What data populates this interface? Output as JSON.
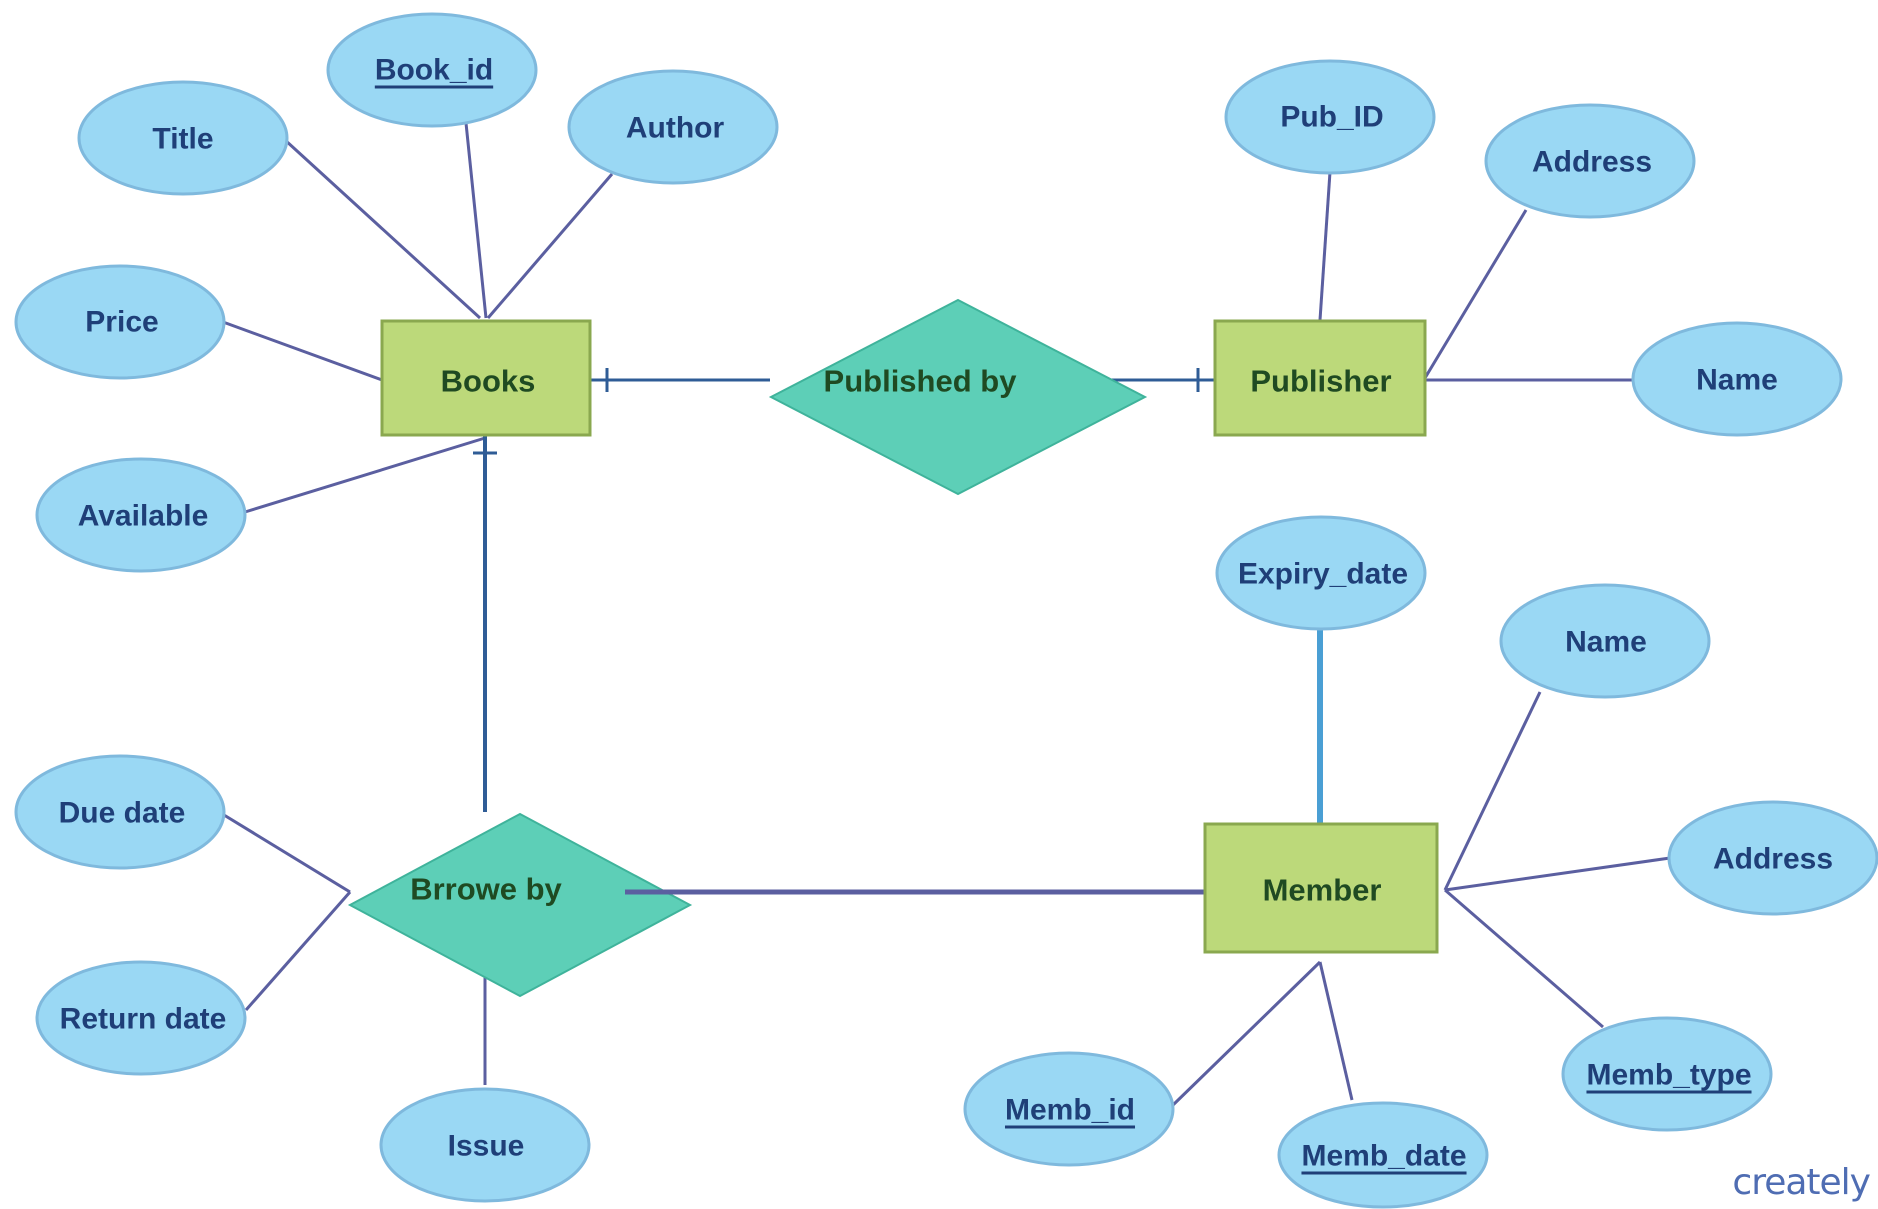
{
  "colors": {
    "attribute_fill": "#9ad8f4",
    "attribute_stroke": "#7fb9dd",
    "entity_fill": "#bcd97a",
    "entity_stroke": "#8aa84f",
    "relationship_fill": "#5dcfb7",
    "line": "#5b5fa0",
    "relationship_line": "#2f5c96"
  },
  "entities": {
    "books": "Books",
    "publisher": "Publisher",
    "member": "Member"
  },
  "relationships": {
    "published_by": "Published by",
    "borrowed_by": "Brrowe by"
  },
  "attributes": {
    "book_id": "Book_id",
    "title": "Title",
    "author": "Author",
    "price": "Price",
    "available": "Available",
    "pub_id": "Pub_ID",
    "pub_address": "Address",
    "pub_name": "Name",
    "expiry_date": "Expiry_date",
    "mem_name": "Name",
    "mem_address": "Address",
    "memb_type": "Memb_type",
    "memb_id": "Memb_id",
    "memb_date": "Memb_date",
    "due_date": "Due date",
    "return_date": "Return date",
    "issue": "Issue"
  },
  "watermark": "creately"
}
